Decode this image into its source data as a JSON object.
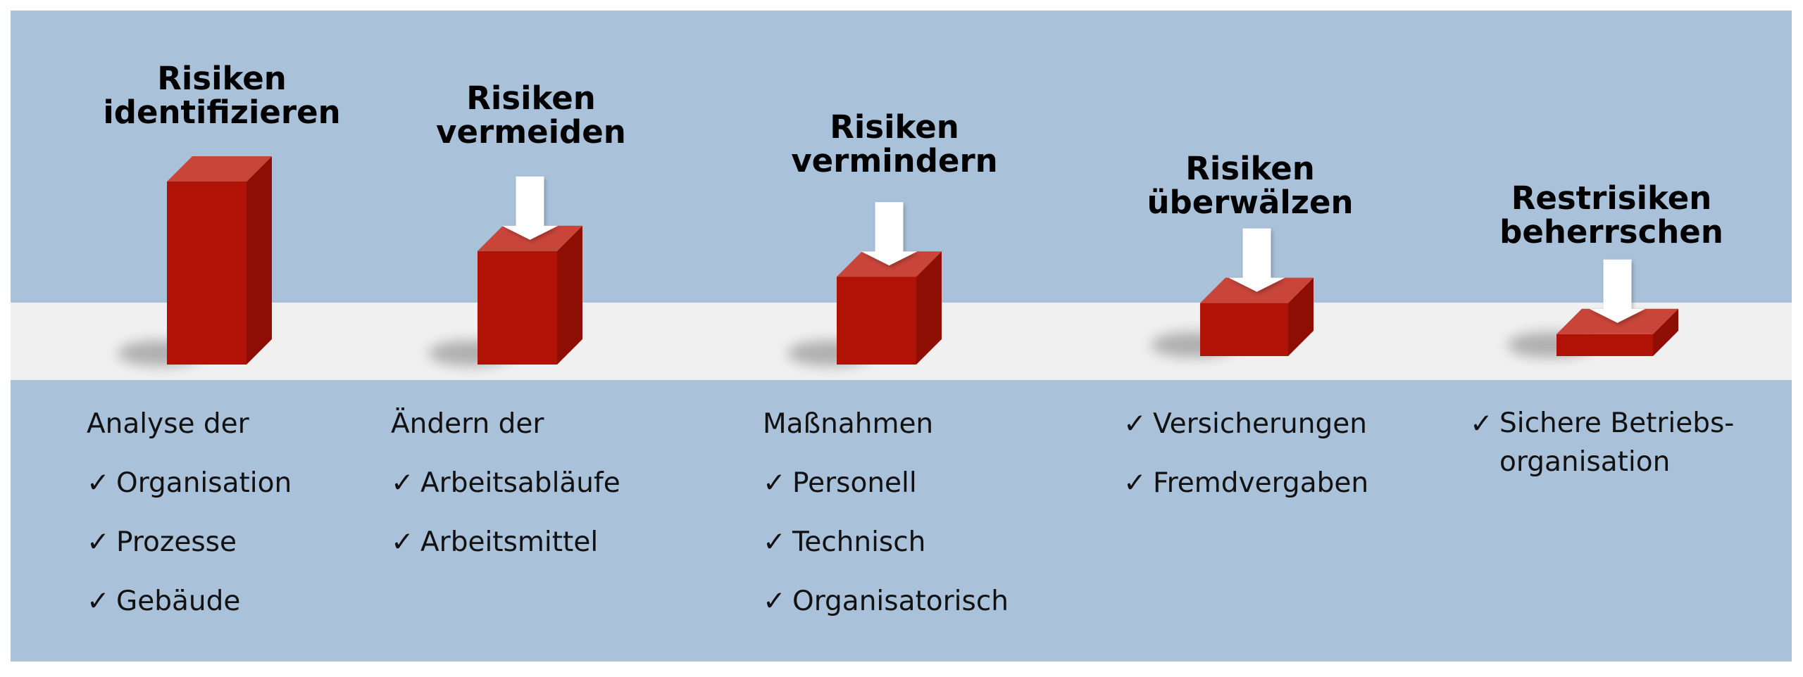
{
  "colors": {
    "panel": "#aac1da",
    "band": "#f0f0f0",
    "block_front": "#b01206",
    "block_top": "#c9453a",
    "block_side": "#8e0e04",
    "arrow": "#ffffff"
  },
  "check_mark": "✓",
  "stages": [
    {
      "title": [
        "Risiken",
        "identifizieren"
      ],
      "block_level": 1.0,
      "has_arrow": false,
      "intro": "Analyse der",
      "items": [
        [
          "Organisation"
        ],
        [
          "Prozesse"
        ],
        [
          "Gebäude"
        ]
      ]
    },
    {
      "title": [
        "Risiken",
        "vermeiden"
      ],
      "block_level": 0.62,
      "has_arrow": true,
      "intro": "Ändern der",
      "items": [
        [
          "Arbeitsabläufe"
        ],
        [
          "Arbeitsmittel"
        ]
      ]
    },
    {
      "title": [
        "Risiken",
        "vermindern"
      ],
      "block_level": 0.48,
      "has_arrow": true,
      "intro": "Maßnahmen",
      "items": [
        [
          "Personell"
        ],
        [
          "Technisch"
        ],
        [
          "Organisatorisch"
        ]
      ]
    },
    {
      "title": [
        "Risiken",
        "überwälzen"
      ],
      "block_level": 0.29,
      "has_arrow": true,
      "intro": "",
      "items": [
        [
          "Versicherungen"
        ],
        [
          "Fremdvergaben"
        ]
      ]
    },
    {
      "title": [
        "Restrisiken",
        "beherrschen"
      ],
      "block_level": 0.12,
      "has_arrow": true,
      "intro": "",
      "items": [
        [
          "Sichere Betriebs-",
          "organisation"
        ]
      ]
    }
  ]
}
